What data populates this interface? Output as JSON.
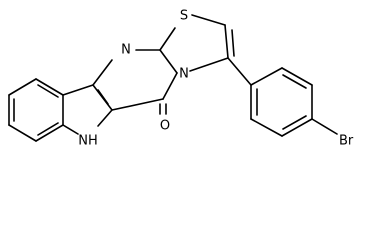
{
  "molecule": {
    "atoms": {
      "s1": "S",
      "n_imine": "N",
      "n_bridge": "N",
      "o_carbonyl": "O",
      "nh_indole": "NH",
      "br": "Br"
    },
    "colors": {
      "bond": "#000000",
      "label": "#000000",
      "background": "#ffffff"
    }
  }
}
